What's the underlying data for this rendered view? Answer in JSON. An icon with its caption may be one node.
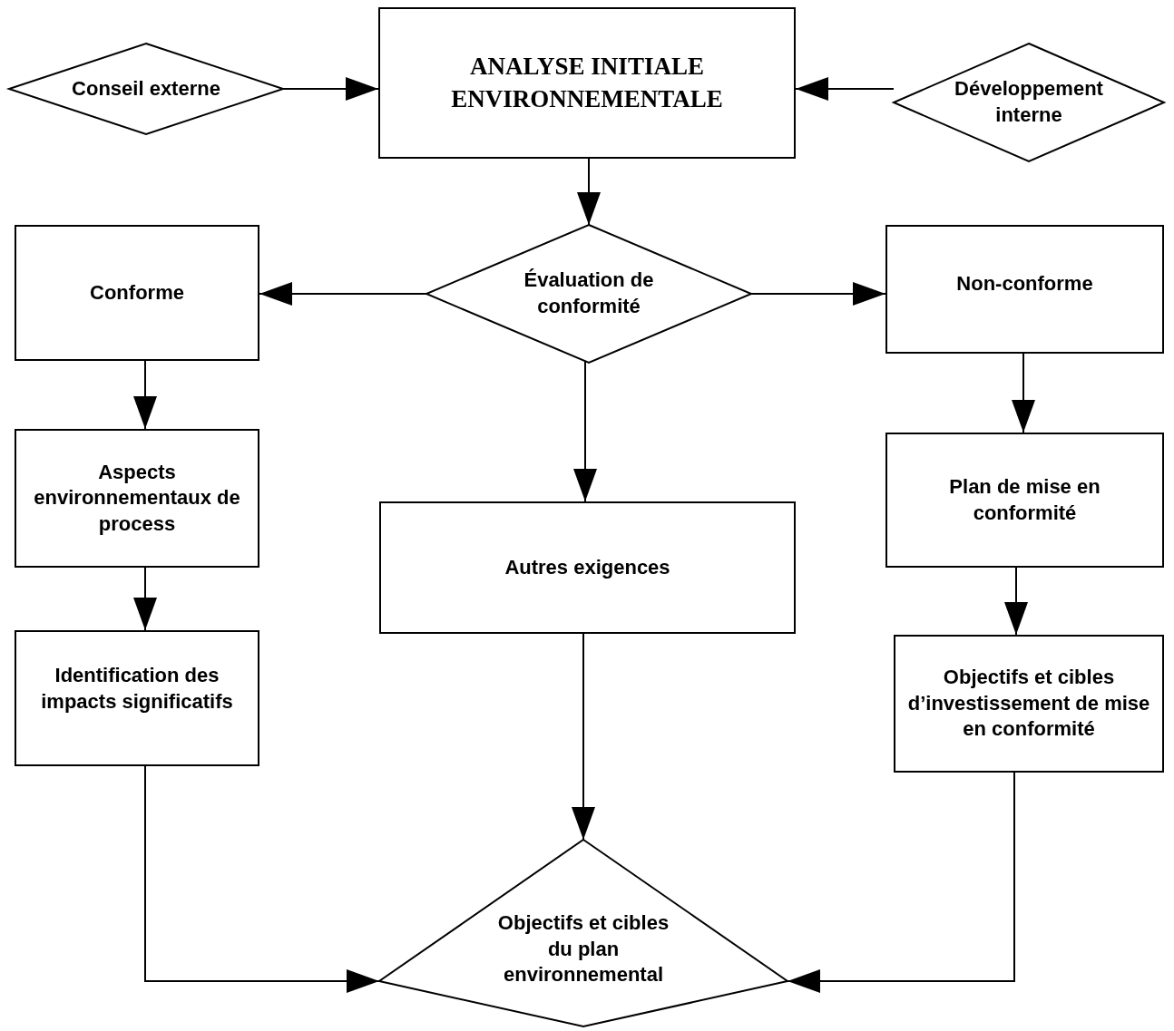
{
  "diagram": {
    "nodes": [
      {
        "text": [
          "Conseil externe"
        ]
      },
      {
        "text": [
          "ANALYSE INITIALE ENVIRONNEMENTALE"
        ]
      },
      {
        "text": [
          "Développement interne"
        ]
      },
      {
        "text": [
          "Évaluation de conformité"
        ]
      },
      {
        "text": [
          "Conforme"
        ]
      },
      {
        "text": [
          "Non-conforme"
        ]
      },
      {
        "text": [
          "Aspects environnementaux de process"
        ]
      },
      {
        "text": [
          "Autres exigences"
        ]
      },
      {
        "text": [
          "Plan de mise en conformité"
        ]
      },
      {
        "text": [
          "Identification des impacts significatifs"
        ]
      },
      {
        "text": [
          "Objectifs et cibles d’investissement de mise en conformité"
        ]
      },
      {
        "text": [
          "Objectifs et cibles du plan environnemental"
        ]
      }
    ],
    "edges": [
      {
        "from": 0,
        "to": 1,
        "arrow": "to"
      },
      {
        "from": 2,
        "to": 1,
        "arrow": "to"
      },
      {
        "from": 1,
        "to": 3,
        "arrow": "to"
      },
      {
        "from": 3,
        "to": 4,
        "arrow": "to"
      },
      {
        "from": 3,
        "to": 5,
        "arrow": "to"
      },
      {
        "from": 3,
        "to": 7,
        "arrow": "to"
      },
      {
        "from": 4,
        "to": 6,
        "arrow": "to"
      },
      {
        "from": 6,
        "to": 9,
        "arrow": "to"
      },
      {
        "from": 5,
        "to": 8,
        "arrow": "to"
      },
      {
        "from": 8,
        "to": 10,
        "arrow": "to"
      },
      {
        "from": 9,
        "to": 11,
        "arrow": "to"
      },
      {
        "from": 7,
        "to": 11,
        "arrow": "to"
      },
      {
        "from": 10,
        "to": 11,
        "arrow": "to"
      }
    ]
  }
}
